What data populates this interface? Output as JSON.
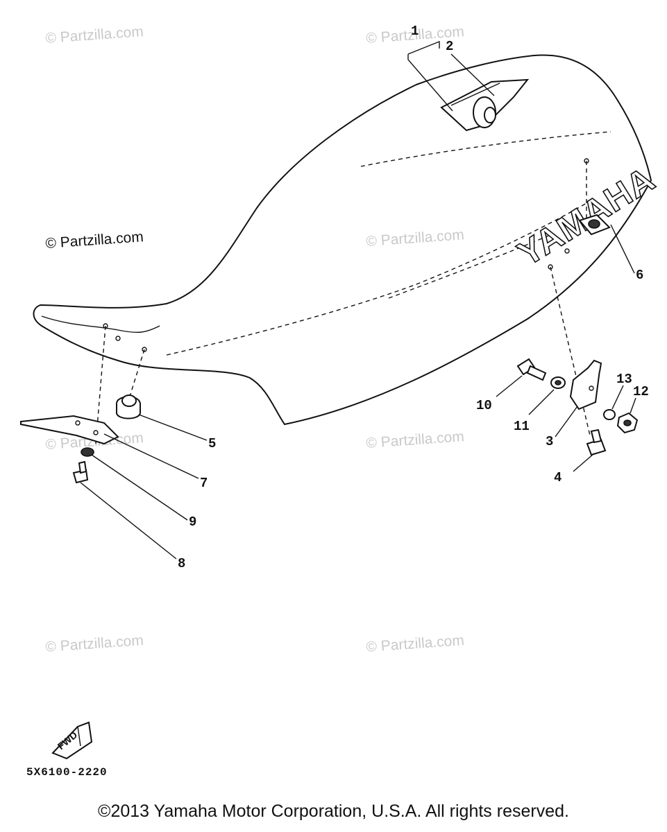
{
  "watermarks": [
    "© Partzilla.com",
    "© Partzilla.com",
    "© Partzilla.com",
    "© Partzilla.com",
    "© Partzilla.com",
    "© Partzilla.com",
    "© Partzilla.com",
    "© Partzilla.com"
  ],
  "seat_brand": "YAMAHA",
  "callouts": [
    "1",
    "2",
    "3",
    "4",
    "5",
    "6",
    "7",
    "8",
    "9",
    "10",
    "11",
    "12",
    "13"
  ],
  "fwd_label": "FWD",
  "diagram_code": "5X6100-2220",
  "copyright": "©2013 Yamaha Motor Corporation, U.S.A. All rights reserved."
}
